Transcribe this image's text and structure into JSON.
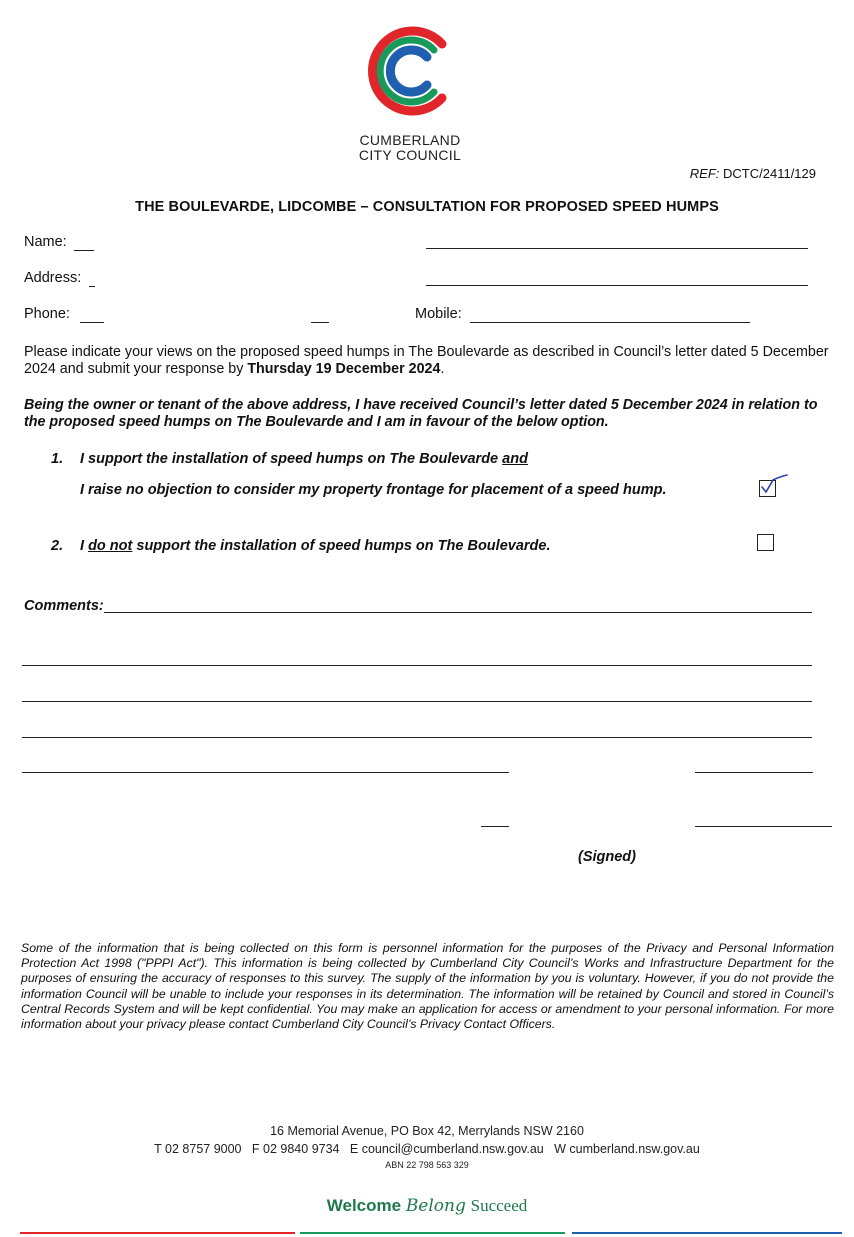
{
  "header": {
    "logo_line1": "CUMBERLAND",
    "logo_line2": "CITY COUNCIL",
    "ref_prefix": "REF:",
    "ref_number": "DCTC/2411/129"
  },
  "title": "THE BOULEVARDE, LIDCOMBE – CONSULTATION FOR PROPOSED SPEED HUMPS",
  "fields": {
    "name_label": "Name:",
    "address_label": "Address:",
    "phone_label": "Phone:",
    "mobile_label": "Mobile:"
  },
  "intro": {
    "text": "Please indicate your views on the proposed speed humps in The Boulevarde as described in Council’s letter dated 5 December 2024 and submit your response by ",
    "deadline": "Thursday 19 December 2024",
    "end": "."
  },
  "statement": "Being the owner or tenant of the above address, I have received Council’s letter dated 5 December 2024 in relation to the proposed speed humps on The Boulevarde and I am in favour of the below option.",
  "options": {
    "opt1_number": "1.",
    "opt1_text": "I support the installation of speed humps on The Boulevarde ",
    "opt1_and": "and",
    "opt1_line2": "I raise no objection to consider my property frontage for placement of a speed hump.",
    "opt1_checked": true,
    "opt2_number": "2.",
    "opt2_pre": "I ",
    "opt2_do_not": "do not",
    "opt2_post": " support the installation of speed humps on The Boulevarde.",
    "opt2_checked": false
  },
  "comments_label": "Comments:",
  "signed_label": "(Signed)",
  "privacy": "Some of the information that is being collected on this form is personnel information for the purposes of the Privacy and Personal Information Protection Act 1998 (\"PPPI Act\"). This information is being collected by Cumberland City Council’s Works and Infrastructure Department for the purposes of ensuring the accuracy of responses to this survey. The supply of the information by you is voluntary. However, if you do not provide the information Council will be unable to include your responses in its determination. The information will be retained by Council and stored in Council’s Central Records System and will be kept confidential. You may make an application for access or amendment to your personal information. For more information about your privacy please contact Cumberland City Council’s Privacy Contact Officers.",
  "footer": {
    "address": "16 Memorial Avenue, PO Box 42, Merrylands NSW 2160",
    "contact": "T 02 8757 9000   F 02 9840 9734   E council@cumberland.nsw.gov.au   W cumberland.nsw.gov.au",
    "abn": "ABN 22 798 563 329"
  },
  "slogan": {
    "word1": "Welcome",
    "word2": "Belong",
    "word3": "Succeed"
  },
  "colors": {
    "logo_red": "#e0262b",
    "logo_green": "#1a9a5a",
    "logo_blue": "#1f5fb0",
    "slogan_green": "#1e7a4c",
    "pen_blue": "#2b3fa6"
  }
}
